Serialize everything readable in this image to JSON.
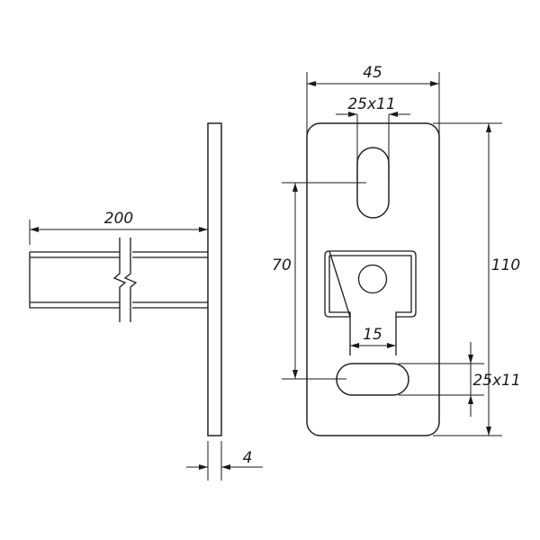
{
  "drawing": {
    "title": "Wall bracket with strut channel arm - technical drawing",
    "line_color": "#1a1a1a",
    "background": "#ffffff",
    "side_view": {
      "arm_length_label": "200",
      "plate_thickness_label": "4",
      "break_symbol": "zigzag-break"
    },
    "front_view": {
      "plate_width_label": "45",
      "plate_height_label": "110",
      "top_slot_label": "25x11",
      "slot_spacing_label": "70",
      "tab_width_label": "15",
      "bottom_slot_label": "25x11"
    }
  }
}
